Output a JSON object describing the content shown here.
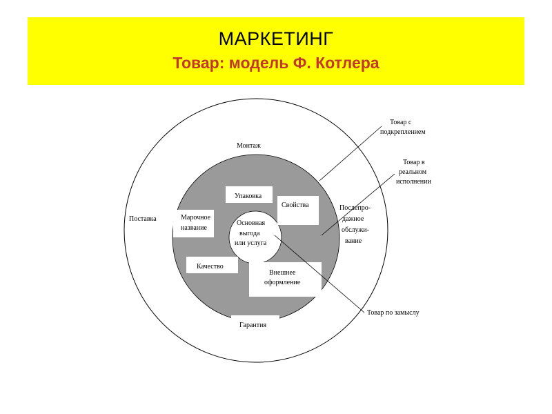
{
  "header": {
    "title": "МАРКЕТИНГ",
    "subtitle": "Товар: модель Ф. Котлера"
  },
  "diagram": {
    "outer_ring_labels": {
      "montazh": "Монтаж",
      "postavka": "Поставка",
      "after_sales_service": [
        "Послепро-",
        "дажное",
        "обслужи-",
        "вание"
      ],
      "guarantee": "Гарантия"
    },
    "middle_ring_labels": {
      "packaging": "Упаковка",
      "brand_name": [
        "Марочное",
        "название"
      ],
      "properties": "Свойства",
      "quality": "Качество",
      "appearance": [
        "Внешнее",
        "оформление"
      ]
    },
    "core_label": [
      "Основная",
      "выгода",
      "или услуга"
    ],
    "callouts": {
      "augmented": [
        "Товар с",
        "подкреплением"
      ],
      "actual": [
        "Товар в",
        "реальном",
        "исполнении"
      ],
      "core": "Товар по замыслу"
    }
  },
  "colors": {
    "banner_bg": "#ffff00",
    "subtitle": "#c0392b",
    "middle_ring": "#9a9a9a"
  }
}
